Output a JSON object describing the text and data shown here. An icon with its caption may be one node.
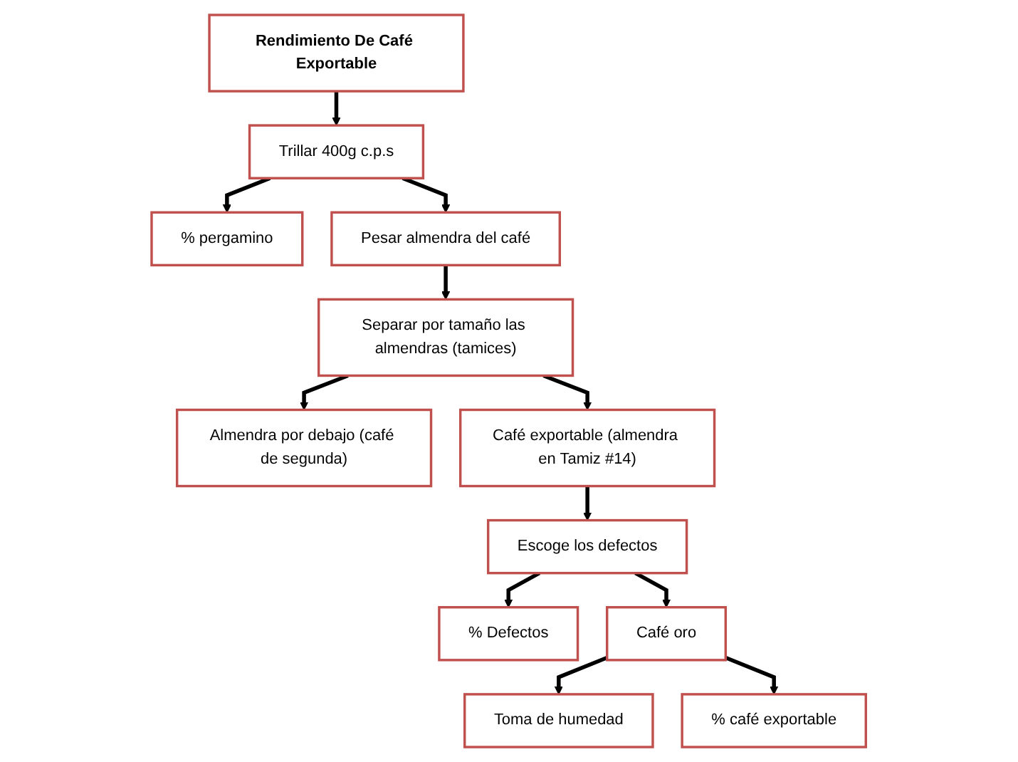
{
  "diagram": {
    "nodes": [
      {
        "text": [
          "Rendimiento De Café Exportable"
        ]
      },
      {
        "text": [
          "Trillar 400g c.p.s"
        ]
      },
      {
        "text": [
          "% pergamino"
        ]
      },
      {
        "text": [
          "Pesar almendra del café"
        ]
      },
      {
        "text": [
          "Separar por tamaño las almendras (tamices)"
        ]
      },
      {
        "text": [
          "Almendra por debajo (café de segunda)"
        ]
      },
      {
        "text": [
          "Café exportable (almendra en Tamiz #14)"
        ]
      },
      {
        "text": [
          "Escoge los defectos"
        ]
      },
      {
        "text": [
          "% Defectos"
        ]
      },
      {
        "text": [
          "Café oro"
        ]
      },
      {
        "text": [
          "Toma de humedad"
        ]
      },
      {
        "text": [
          "% café exportable"
        ]
      }
    ],
    "edges": [
      {
        "from": 0,
        "to": 1,
        "arrow": "to"
      },
      {
        "from": 1,
        "to": 2,
        "arrow": "to"
      },
      {
        "from": 1,
        "to": 3,
        "arrow": "to"
      },
      {
        "from": 3,
        "to": 4,
        "arrow": "to"
      },
      {
        "from": 4,
        "to": 5,
        "arrow": "to"
      },
      {
        "from": 4,
        "to": 6,
        "arrow": "to"
      },
      {
        "from": 6,
        "to": 7,
        "arrow": "to"
      },
      {
        "from": 7,
        "to": 8,
        "arrow": "to"
      },
      {
        "from": 7,
        "to": 9,
        "arrow": "to"
      },
      {
        "from": 9,
        "to": 10,
        "arrow": "to"
      },
      {
        "from": 9,
        "to": 11,
        "arrow": "to"
      }
    ]
  }
}
